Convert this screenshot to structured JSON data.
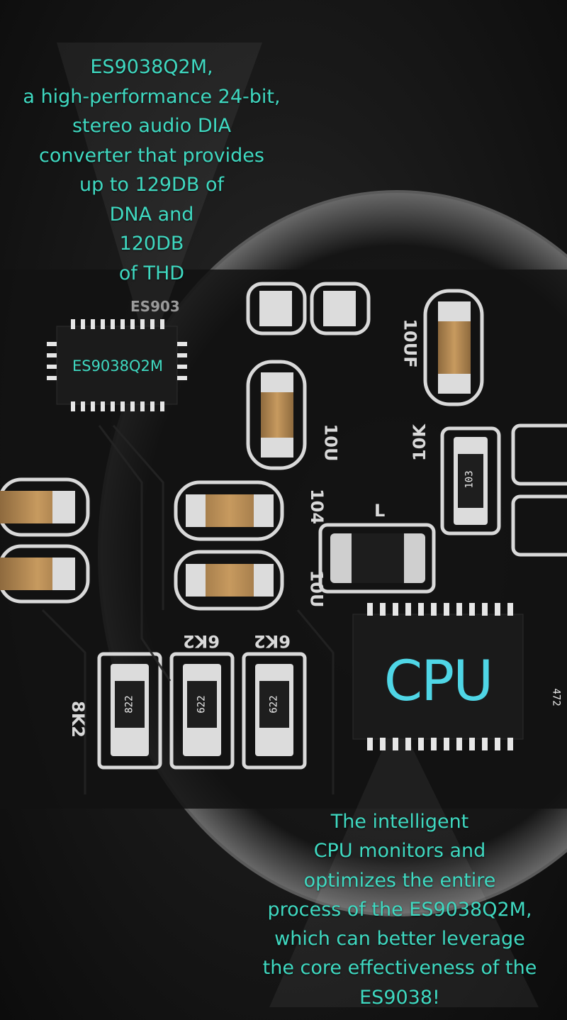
{
  "callouts": {
    "top": [
      "ES9038Q2M,",
      "a high-performance 24-bit,",
      "stereo audio DIA",
      "converter that provides",
      "up to 129DB of",
      "DNA and",
      "120DB",
      "of THD"
    ],
    "bottom": [
      "The intelligent",
      "CPU monitors and",
      "optimizes the entire",
      "process of the ES9038Q2M,",
      "which can better leverage",
      "the core effectiveness of the",
      "ES9038!"
    ]
  },
  "chips": {
    "dac_label": "ES9038Q2M",
    "cpu_label": "CPU"
  },
  "silkscreen": {
    "es_partial": "ES903",
    "c_10uf_top": "10UF",
    "c_10u_mid": "10U",
    "r_10k": "10K",
    "c_104": "104",
    "c_10u_low": "10U",
    "l": "L",
    "r_6k2_a": "6K2",
    "r_6k2_b": "6K2",
    "r_8k2": "8K2"
  },
  "resistor_codes": {
    "r103": "103",
    "r822": "822",
    "r622a": "622",
    "r622b": "622",
    "r472": "472"
  },
  "colors": {
    "accent": "#3fd9c1",
    "pcb": "#141414",
    "silk": "#d9d9d9",
    "pad": "#bdbdbd",
    "cap_body": "#b78a52",
    "chip": "#1b1b1b"
  }
}
